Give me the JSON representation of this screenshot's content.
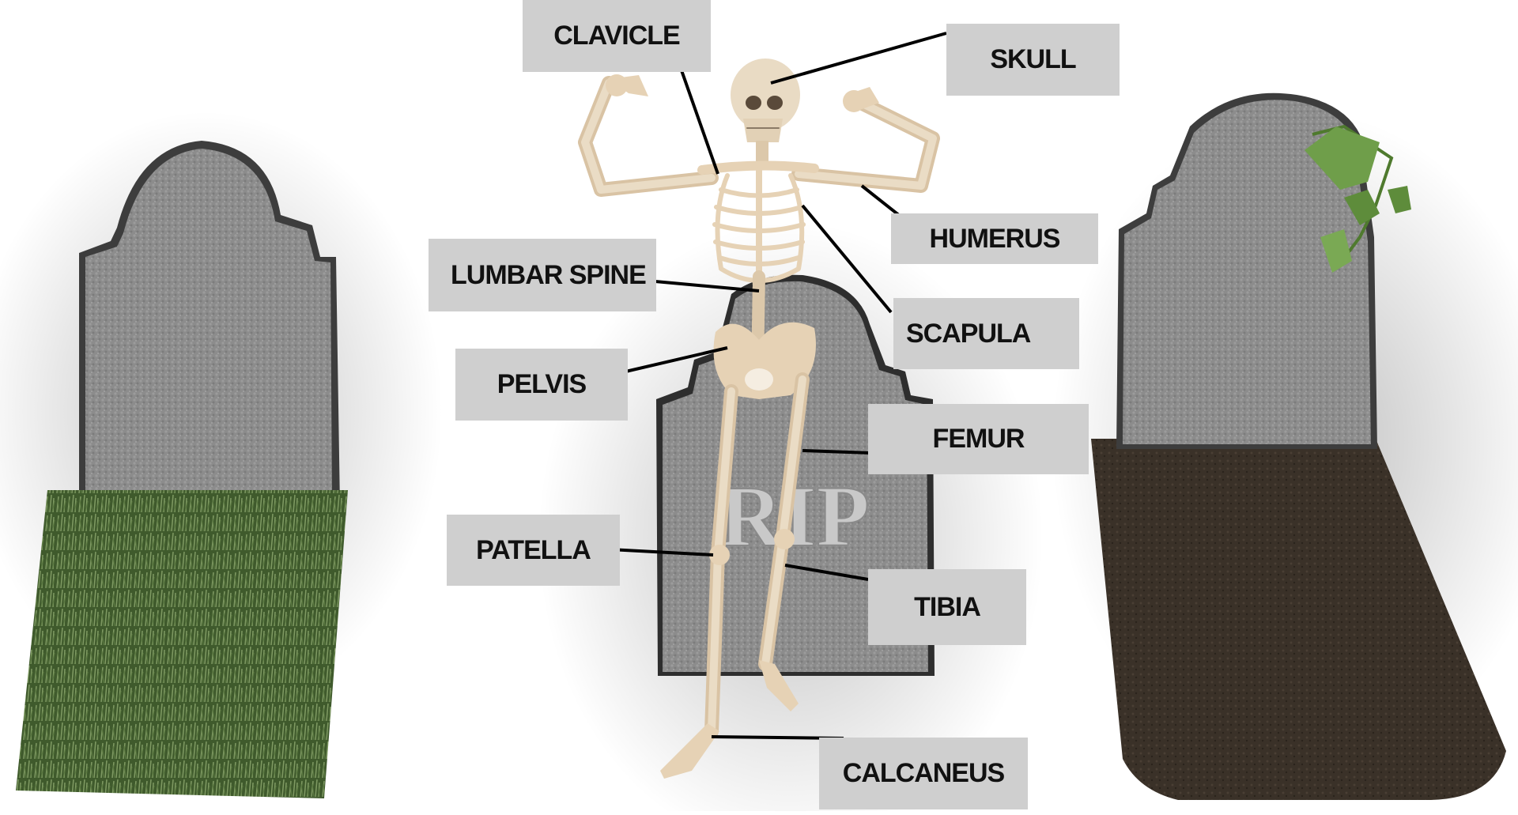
{
  "labels": {
    "clavicle": "CLAVICLE",
    "skull": "SKULL",
    "humerus": "HUMERUS",
    "lumbar_spine": "LUMBAR SPINE",
    "scapula": "SCAPULA",
    "pelvis": "PELVIS",
    "femur": "FEMUR",
    "patella": "PATELLA",
    "tibia": "TIBIA",
    "calcaneus": "CALCANEUS"
  },
  "headstone_text": "RIP",
  "colors": {
    "label_box": "#cfcfcf",
    "leader_line": "#000000",
    "stone": "#8a8a8a",
    "bone": "#e6d2b5",
    "grass": "#4f6a3a",
    "soil": "#3a3128"
  }
}
